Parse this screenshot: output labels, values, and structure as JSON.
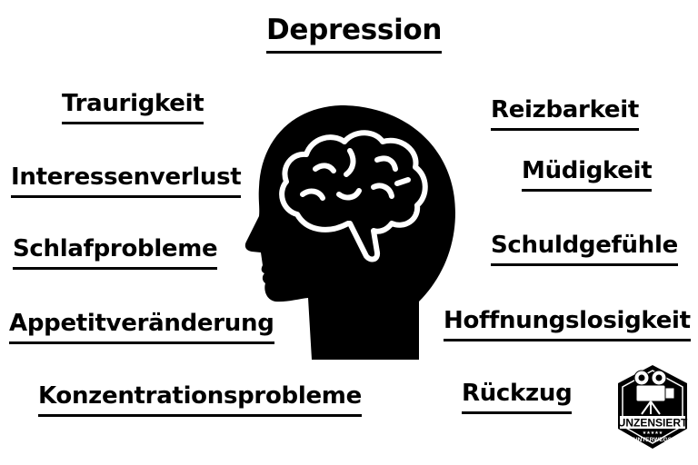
{
  "title": "Depression",
  "symptoms_left": [
    "Traurigkeit",
    "Interessenverlust",
    "Schlafprobleme",
    "Appetitveränderung",
    "Konzentrationsprobleme"
  ],
  "symptoms_right": [
    "Reizbarkeit",
    "Müdigkeit",
    "Schuldgefühle",
    "Hoffnungslosigkeit",
    "Rückzug"
  ],
  "logo": {
    "line1": "UNZENSIERT",
    "line2": "UNTERWEGS"
  },
  "colors": {
    "ink": "#000000",
    "background": "#ffffff"
  },
  "icons": [
    "head-silhouette-icon",
    "brain-icon",
    "camera-logo-icon"
  ]
}
